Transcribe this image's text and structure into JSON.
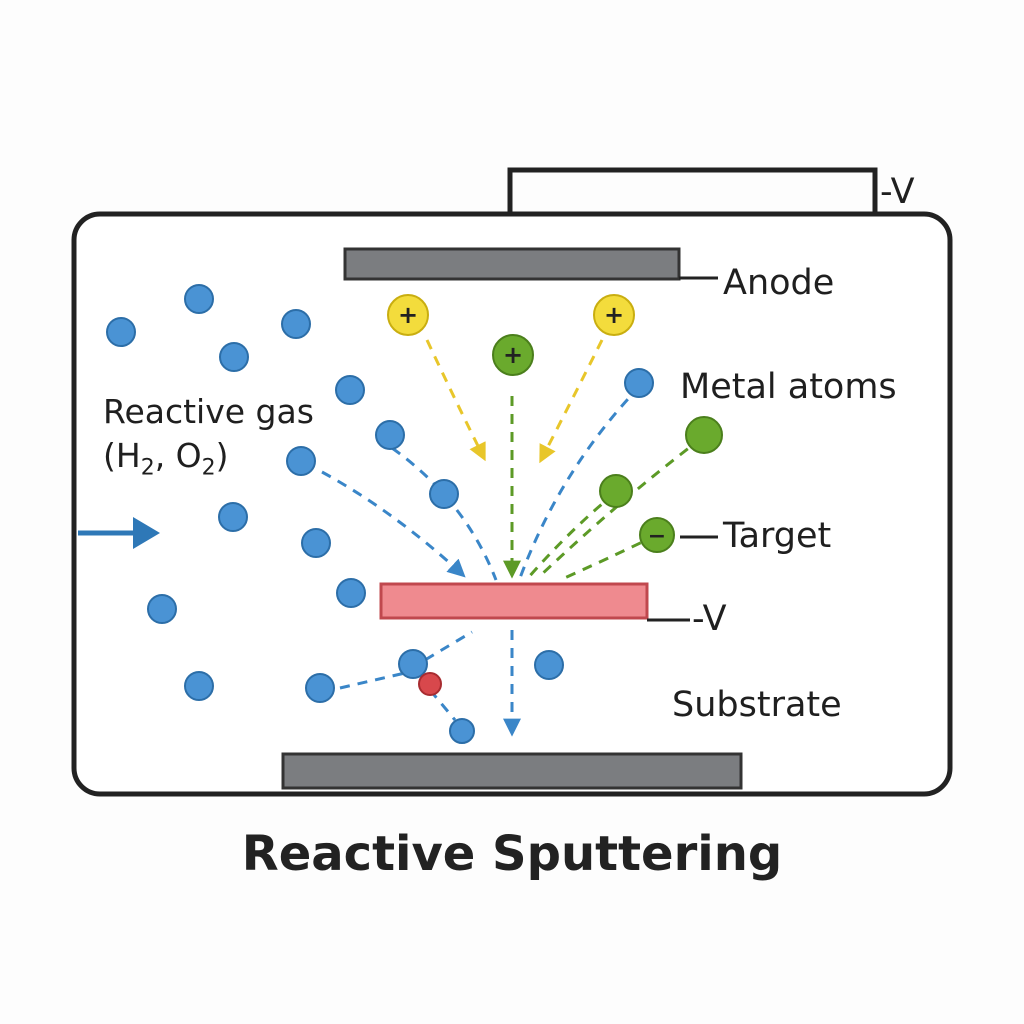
{
  "title": "Reactive Sputtering",
  "labels": {
    "anode": "Anode",
    "metal_atoms": "Metal atoms",
    "target": "Target",
    "substrate": "Substrate",
    "voltage_top": "-V",
    "voltage_target": "-V",
    "reactive_gas_line1": "Reactive gas",
    "reactive_gas_line2": "(H",
    "reactive_gas_h2_sub": "2",
    "reactive_gas_sep": ", O",
    "reactive_gas_o2_sub": "2",
    "reactive_gas_close": ")"
  },
  "symbols": {
    "ion_positive": "+",
    "ion_negative": "−"
  },
  "colors": {
    "gas_molecule": "#4a93d4",
    "positive_ion": "#f3dc3c",
    "metal_atom": "#6aaa2d",
    "target": "#ef8a8f",
    "electrode": "#7b7d80",
    "reaction_product": "#d8484c",
    "gas_inflow_arrow": "#2e78b7"
  }
}
